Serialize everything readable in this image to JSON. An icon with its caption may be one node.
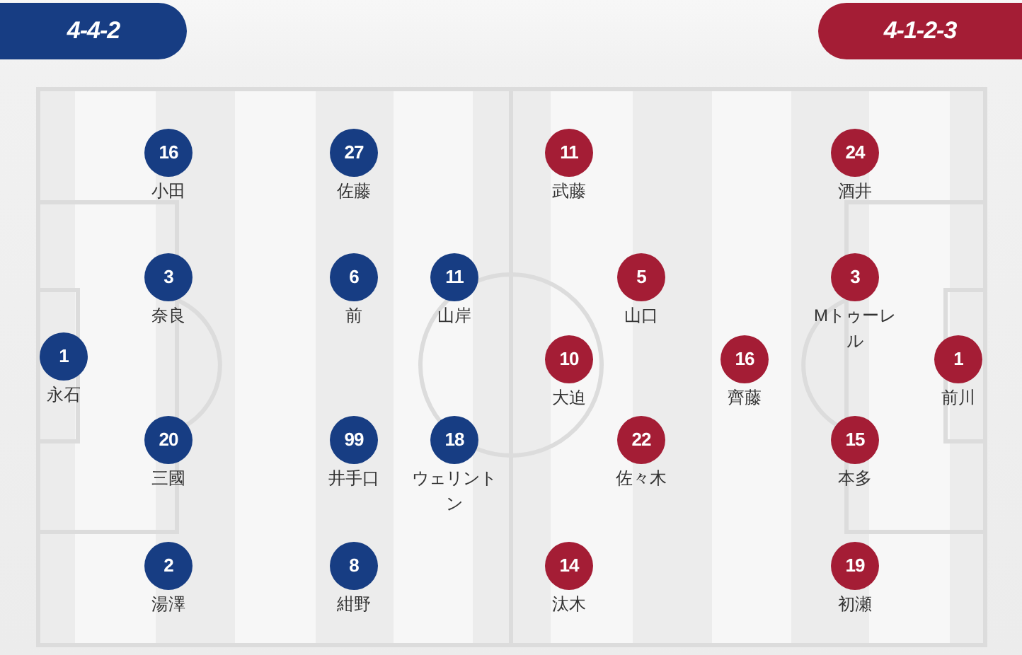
{
  "diagram": {
    "nodes": [
      {
        "text": [
          "4-4-2"
        ]
      },
      {
        "text": [
          "4-1-2-3"
        ]
      },
      {
        "text": [
          "1",
          "永石"
        ]
      },
      {
        "text": [
          "16",
          "小田"
        ]
      },
      {
        "text": [
          "3",
          "奈良"
        ]
      },
      {
        "text": [
          "20",
          "三國"
        ]
      },
      {
        "text": [
          "2",
          "湯澤"
        ]
      },
      {
        "text": [
          "27",
          "佐藤"
        ]
      },
      {
        "text": [
          "6",
          "前"
        ]
      },
      {
        "text": [
          "99",
          "井手口"
        ]
      },
      {
        "text": [
          "8",
          "紺野"
        ]
      },
      {
        "text": [
          "11",
          "山岸"
        ]
      },
      {
        "text": [
          "18",
          "ウェリントン"
        ]
      },
      {
        "text": [
          "11",
          "武藤"
        ]
      },
      {
        "text": [
          "10",
          "大迫"
        ]
      },
      {
        "text": [
          "14",
          "汰木"
        ]
      },
      {
        "text": [
          "5",
          "山口"
        ]
      },
      {
        "text": [
          "22",
          "佐々木"
        ]
      },
      {
        "text": [
          "16",
          "齊藤"
        ]
      },
      {
        "text": [
          "24",
          "酒井"
        ]
      },
      {
        "text": [
          "3",
          "Mトゥーレル"
        ]
      },
      {
        "text": [
          "15",
          "本多"
        ]
      },
      {
        "text": [
          "19",
          "初瀬"
        ]
      },
      {
        "text": [
          "1",
          "前川"
        ]
      }
    ]
  }
}
